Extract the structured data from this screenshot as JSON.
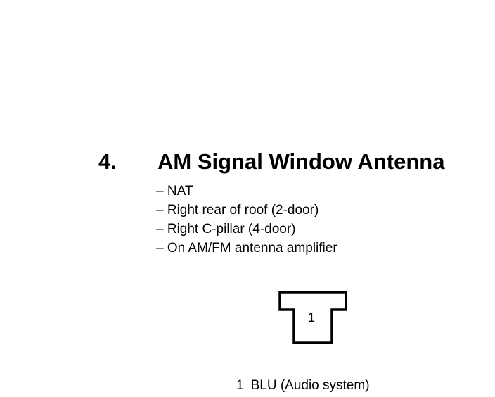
{
  "section": {
    "number": "4.",
    "title": "AM Signal Window Antenna"
  },
  "locations": [
    "– NAT",
    "– Right rear of roof (2-door)",
    "– Right C-pillar (4-door)",
    "– On AM/FM antenna amplifier"
  ],
  "connector": {
    "pin_label": "1"
  },
  "legend": {
    "pin": "1",
    "description": "BLU (Audio system)"
  }
}
